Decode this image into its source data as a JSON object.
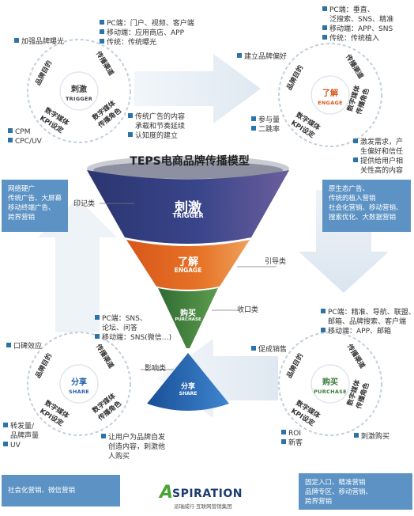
{
  "title": "TEPS电商品牌传播模型",
  "logo": {
    "brand": "SPIRATION",
    "mark": "A",
    "sub": "派瑞威行·互联网营销集团"
  },
  "colors": {
    "blue": "#2b73a8",
    "box": "#5d93c4",
    "navy": "#2f3a78",
    "orange": "#e06a1c",
    "green": "#3a7a3c",
    "royal": "#1f5ea6"
  },
  "funnel": {
    "trigger": {
      "cn": "刺激",
      "en": "TRIGGER"
    },
    "engage": {
      "cn": "了解",
      "en": "ENGAGE"
    },
    "purchase": {
      "cn": "购买",
      "en": "PURCHASE"
    },
    "share": {
      "cn": "分享",
      "en": "SHARE"
    },
    "labels": {
      "yinji": "印记类",
      "yindao": "引导类",
      "shoukou": "收口类",
      "yingxiang": "影响类"
    }
  },
  "cycle_labels": {
    "brand_goal": "品牌目的",
    "channel": "传播渠道",
    "kpi": "数字媒体\nKPI设定",
    "digital": "数字媒体\n传播角色"
  },
  "trigger": {
    "cn": "刺激",
    "en": "TRIGGER",
    "top_left": "加强品牌曝光",
    "channels": [
      "PC端：门户、视频、客户端",
      "移动端：应用商店、APP",
      "传统：传统曝光"
    ],
    "role": [
      "传统广告的内容",
      "承载和节奏延续"
    ],
    "role2": "认知度的建立",
    "kpi": [
      "CPM",
      "CPC/UV"
    ],
    "box": [
      "网络硬广",
      "传统广告、大屏幕",
      "移动终端广告、",
      "跨界营销"
    ]
  },
  "engage": {
    "cn": "了解",
    "en": "ENGAGE",
    "left": "建立品牌偏好",
    "channels": [
      "PC端：垂直、",
      "泛搜索、SNS、精准",
      "移动端：APP、SNS",
      "传统：传统植入"
    ],
    "kpi": [
      "参与量",
      "二跳率"
    ],
    "role": [
      "激发需求，产",
      "生偏好和信任",
      "提供给用户相",
      "关性高的内容"
    ],
    "box": [
      "原生态广告、",
      "传统的植入营销",
      "社会化营销、移动营销、",
      "搜索优化、大数据营销"
    ]
  },
  "share": {
    "cn": "分享",
    "en": "SHARE",
    "top_left": "口碑效应",
    "channels": [
      "PC端：SNS、",
      "论坛、问答",
      "移动端：SNS(微信…)"
    ],
    "kpi": [
      "转发量/",
      "品牌声量",
      "UV"
    ],
    "role": [
      "让用户为品牌自发",
      "创造内容，刺激他",
      "人购买"
    ],
    "box": [
      "社会化营销、微信营销"
    ]
  },
  "purchase": {
    "cn": "购买",
    "en": "PURCHASE",
    "left": "促成销售",
    "channels": [
      "PC端：精准、导航、联盟、",
      "邮箱、品牌搜索、客户端",
      "移动端：APP、邮箱"
    ],
    "kpi": [
      "ROI",
      "新客"
    ],
    "role": "刺激购买",
    "box": [
      "固定入口、精准营销",
      "品牌专区、移动营销、",
      "跨界营销"
    ]
  }
}
